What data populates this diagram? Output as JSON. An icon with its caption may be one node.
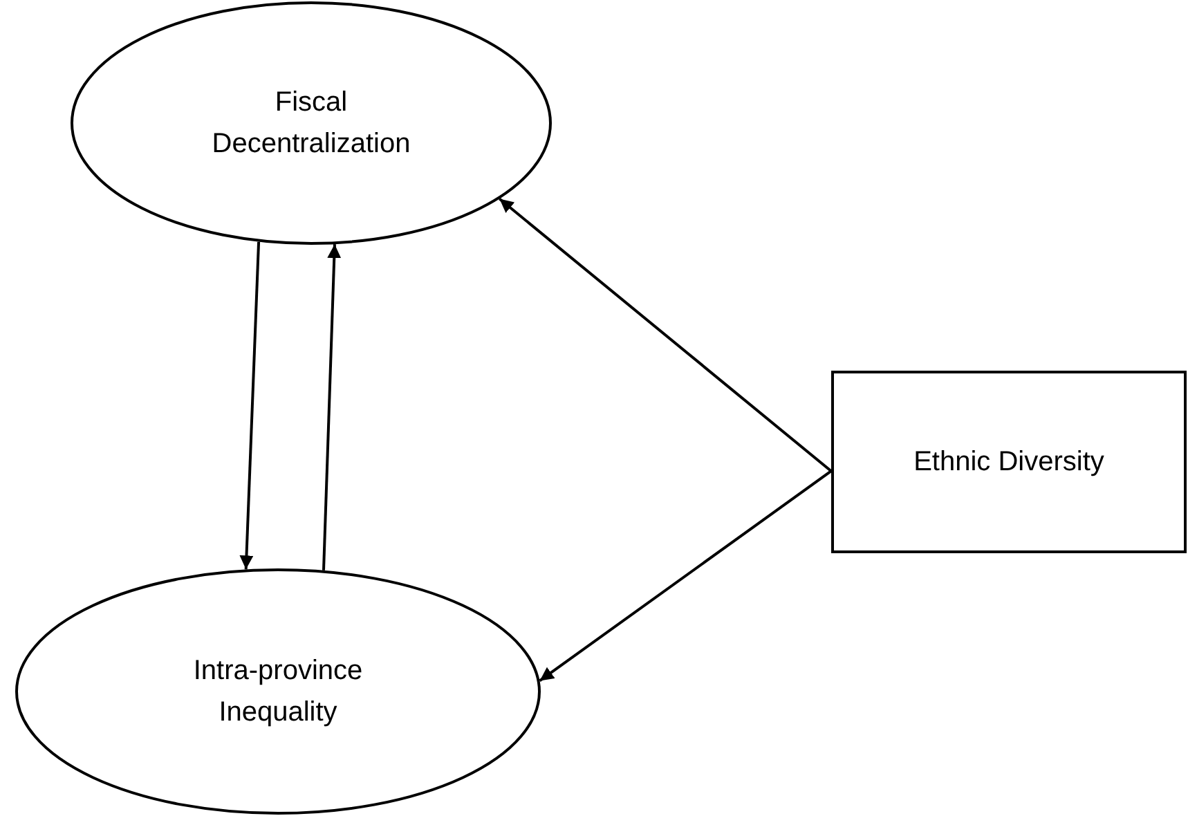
{
  "diagram": {
    "nodes": [
      {
        "text": [
          "Fiscal Decentralization"
        ]
      },
      {
        "text": [
          "Intra-province Inequality"
        ]
      },
      {
        "text": [
          "Ethnic Diversity"
        ]
      }
    ],
    "edges": [
      {
        "from": 0,
        "to": 1,
        "arrow": "to"
      },
      {
        "from": 1,
        "to": 0,
        "arrow": "to"
      },
      {
        "from": 2,
        "to": 0,
        "arrow": "to"
      },
      {
        "from": 2,
        "to": 1,
        "arrow": "to"
      }
    ]
  }
}
